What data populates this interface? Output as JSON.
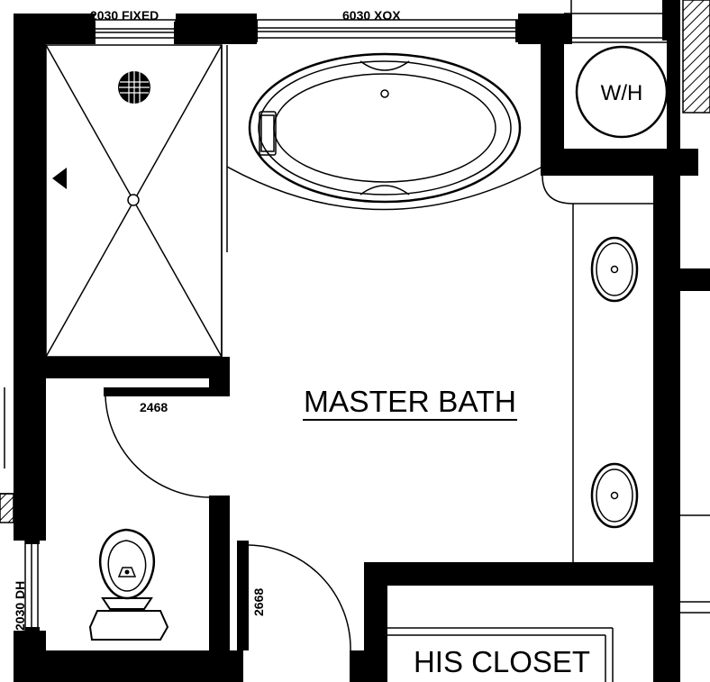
{
  "floor_plan": {
    "rooms": {
      "master_bath": "MASTER BATH",
      "his_closet": "HIS CLOSET"
    },
    "fixtures": {
      "water_heater": "W/H"
    },
    "windows": {
      "top_left": "2030 FIXED",
      "top_right": "6030 XOX",
      "left_side": "2030 DH"
    },
    "doors": {
      "toilet_door": "2468",
      "entry_door": "2668"
    }
  }
}
